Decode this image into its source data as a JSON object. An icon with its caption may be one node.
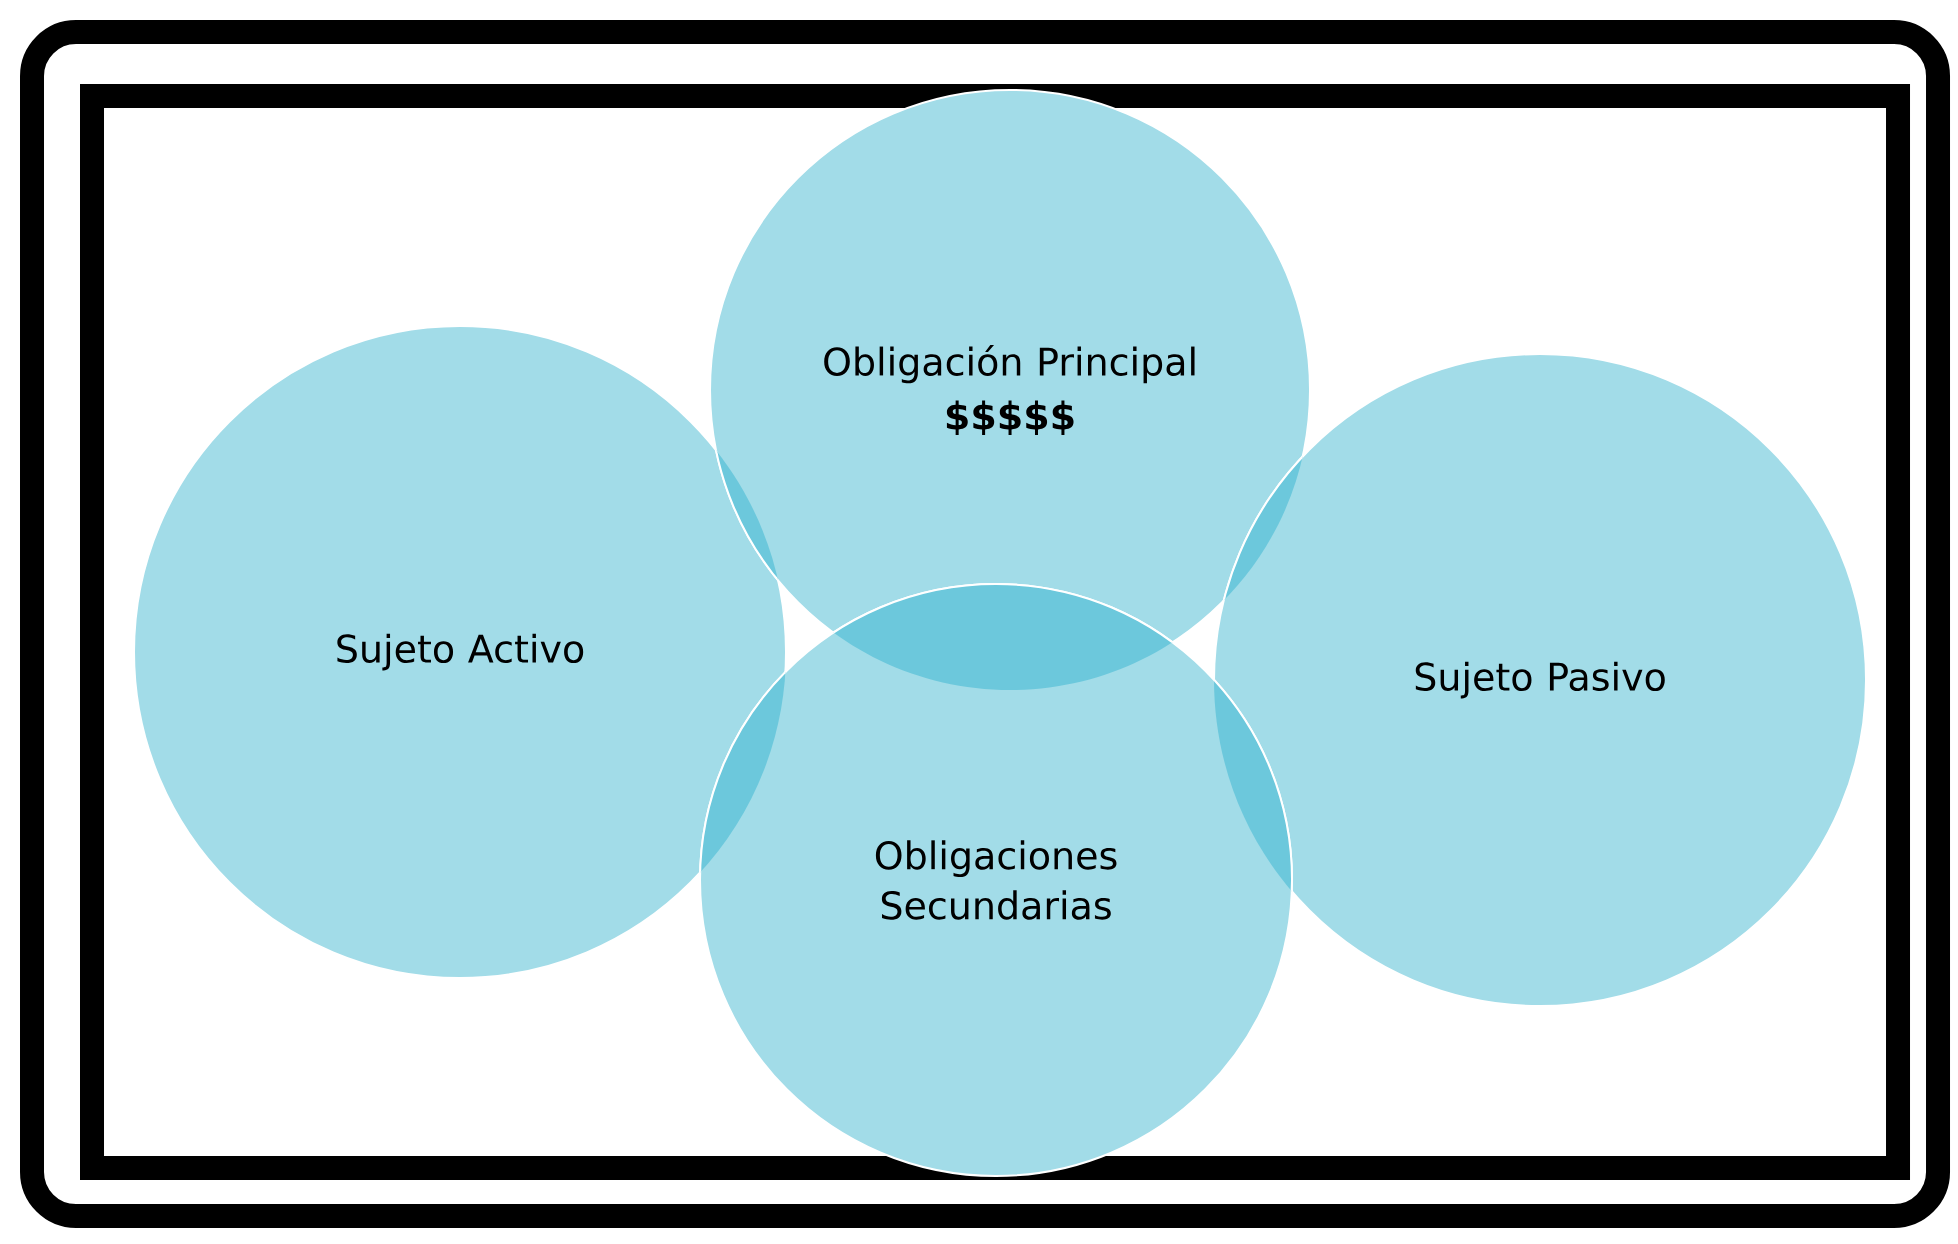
{
  "diagram": {
    "nodes": [
      {
        "text": [
          "Sujeto Activo"
        ]
      },
      {
        "text": [
          "Obligación Principal",
          "$$$$$"
        ]
      },
      {
        "text": [
          "Sujeto Pasivo"
        ]
      },
      {
        "text": [
          "Obligaciones Secundarias"
        ]
      }
    ]
  }
}
